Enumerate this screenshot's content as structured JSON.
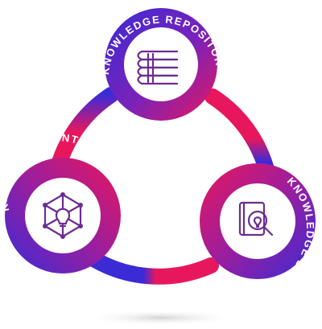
{
  "colors": {
    "magenta": "#e8175d",
    "purple": "#3b2bd6",
    "violet": "#6b2c91",
    "shadow": "#d9d9d9",
    "background": "#ffffff"
  },
  "nodes": [
    {
      "label": "KNOWLEDGE REPOSITORY",
      "icon": "books-stack-icon"
    },
    {
      "label": "KNOWLEDGE DISCOVERY",
      "icon": "document-magnifier-lightbulb-icon"
    },
    {
      "label": "KNOWLEDGE SYNTHESIS",
      "icon": "network-lightbulb-icon"
    }
  ]
}
